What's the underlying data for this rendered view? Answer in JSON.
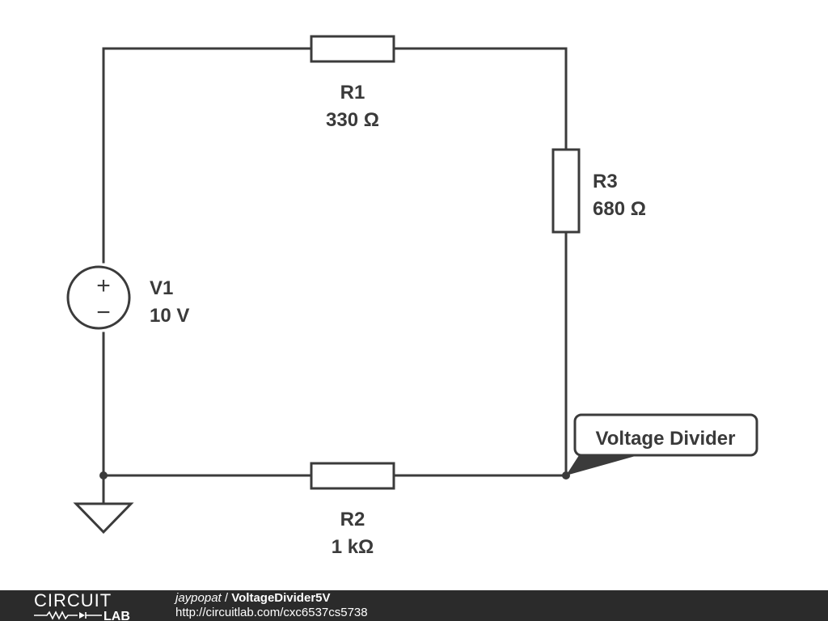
{
  "components": {
    "R1": {
      "name": "R1",
      "value": "330 Ω"
    },
    "R2": {
      "name": "R2",
      "value": "1 kΩ"
    },
    "R3": {
      "name": "R3",
      "value": "680 Ω"
    },
    "V1": {
      "name": "V1",
      "value": "10 V",
      "plus": "+",
      "minus": "−"
    }
  },
  "probe": {
    "label": "Voltage Divider"
  },
  "footer": {
    "logo_top": "CIRCUIT",
    "logo_bottom": "LAB",
    "user": "jaypopat",
    "separator": " / ",
    "title": "VoltageDivider5V",
    "url": "http://circuitlab.com/cxc6537cs5738"
  },
  "colors": {
    "wire": "#3b3b3b",
    "footer_bg": "#2b2b2b",
    "text": "#3a3a3a"
  }
}
